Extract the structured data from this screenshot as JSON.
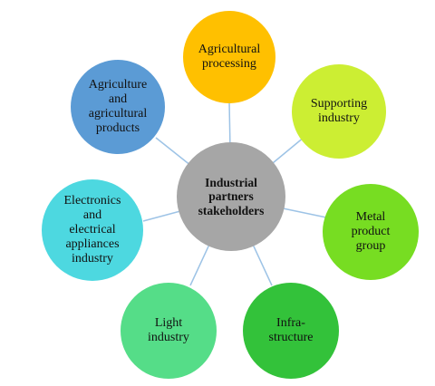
{
  "center": {
    "lines": [
      "Industrial",
      "partners",
      "stakeholders"
    ],
    "color": "#a6a6a6"
  },
  "nodes": [
    {
      "id": "agricultural-processing",
      "lines": [
        "Agricultural",
        "processing"
      ],
      "color": "#ffc000"
    },
    {
      "id": "supporting-industry",
      "lines": [
        "Supporting",
        "industry"
      ],
      "color": "#ccee33"
    },
    {
      "id": "metal-product-group",
      "lines": [
        "Metal",
        "product",
        "group"
      ],
      "color": "#77dd22"
    },
    {
      "id": "infra-structure",
      "lines": [
        "Infra-",
        "structure"
      ],
      "color": "#33c23a"
    },
    {
      "id": "light-industry",
      "lines": [
        "Light",
        "industry"
      ],
      "color": "#55dd88"
    },
    {
      "id": "electronics",
      "lines": [
        "Electronics",
        "and",
        "electrical",
        "appliances",
        "industry"
      ],
      "color": "#4dd8e0"
    },
    {
      "id": "agriculture-products",
      "lines": [
        "Agriculture",
        "and",
        "agricultural",
        "products"
      ],
      "color": "#5b9bd5"
    }
  ],
  "connector_color": "#9dc3e6"
}
